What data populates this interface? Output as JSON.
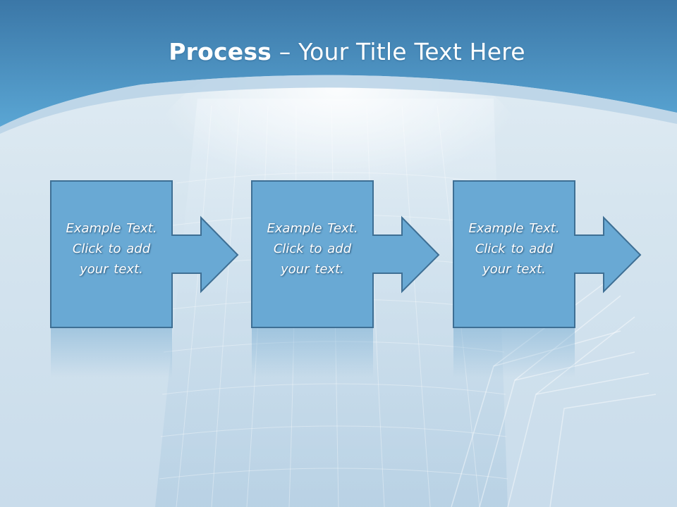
{
  "slide": {
    "title_bold": "Process",
    "title_rest": " – Your Title Text Here"
  },
  "steps": [
    {
      "line1": "Example Text.",
      "line2": "Click  to add",
      "line3": "your text."
    },
    {
      "line1": "Example Text.",
      "line2": "Click  to add",
      "line3": "your text."
    },
    {
      "line1": "Example Text.",
      "line2": "Click  to add",
      "line3": "your text."
    }
  ],
  "colors": {
    "header_top": "#3d7eaf",
    "header_bottom": "#5aa4d2",
    "box_fill": "#69a9d4",
    "box_stroke": "#3e6f94",
    "text": "#ffffff"
  }
}
